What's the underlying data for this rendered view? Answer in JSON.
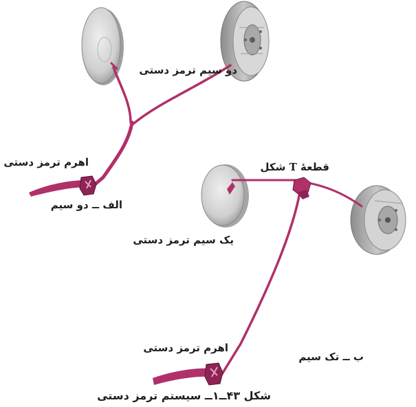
{
  "figure": {
    "caption": "شکل ۴۳ــ۱ــ سیستم ترمز دستی"
  },
  "part_a": {
    "cables_label": "دو سیم ترمز دستی",
    "lever_label": "اهرم ترمز دستی",
    "subtitle": "الف ــ دو سیم"
  },
  "part_b": {
    "t_piece_label_prefix": "قطعهٔ",
    "t_piece_letter": "T",
    "t_piece_label_suffix": "شکل",
    "cable_label": "یک سیم ترمز دستی",
    "lever_label": "اهرم ترمز دستی",
    "subtitle": "ب ــ تک سیم"
  },
  "colors": {
    "cable": "#b0306a",
    "drum_light": "#e4e4e4",
    "drum_mid": "#bdbdbd",
    "drum_dark": "#7a7a7a",
    "text": "#1e1e1e"
  }
}
